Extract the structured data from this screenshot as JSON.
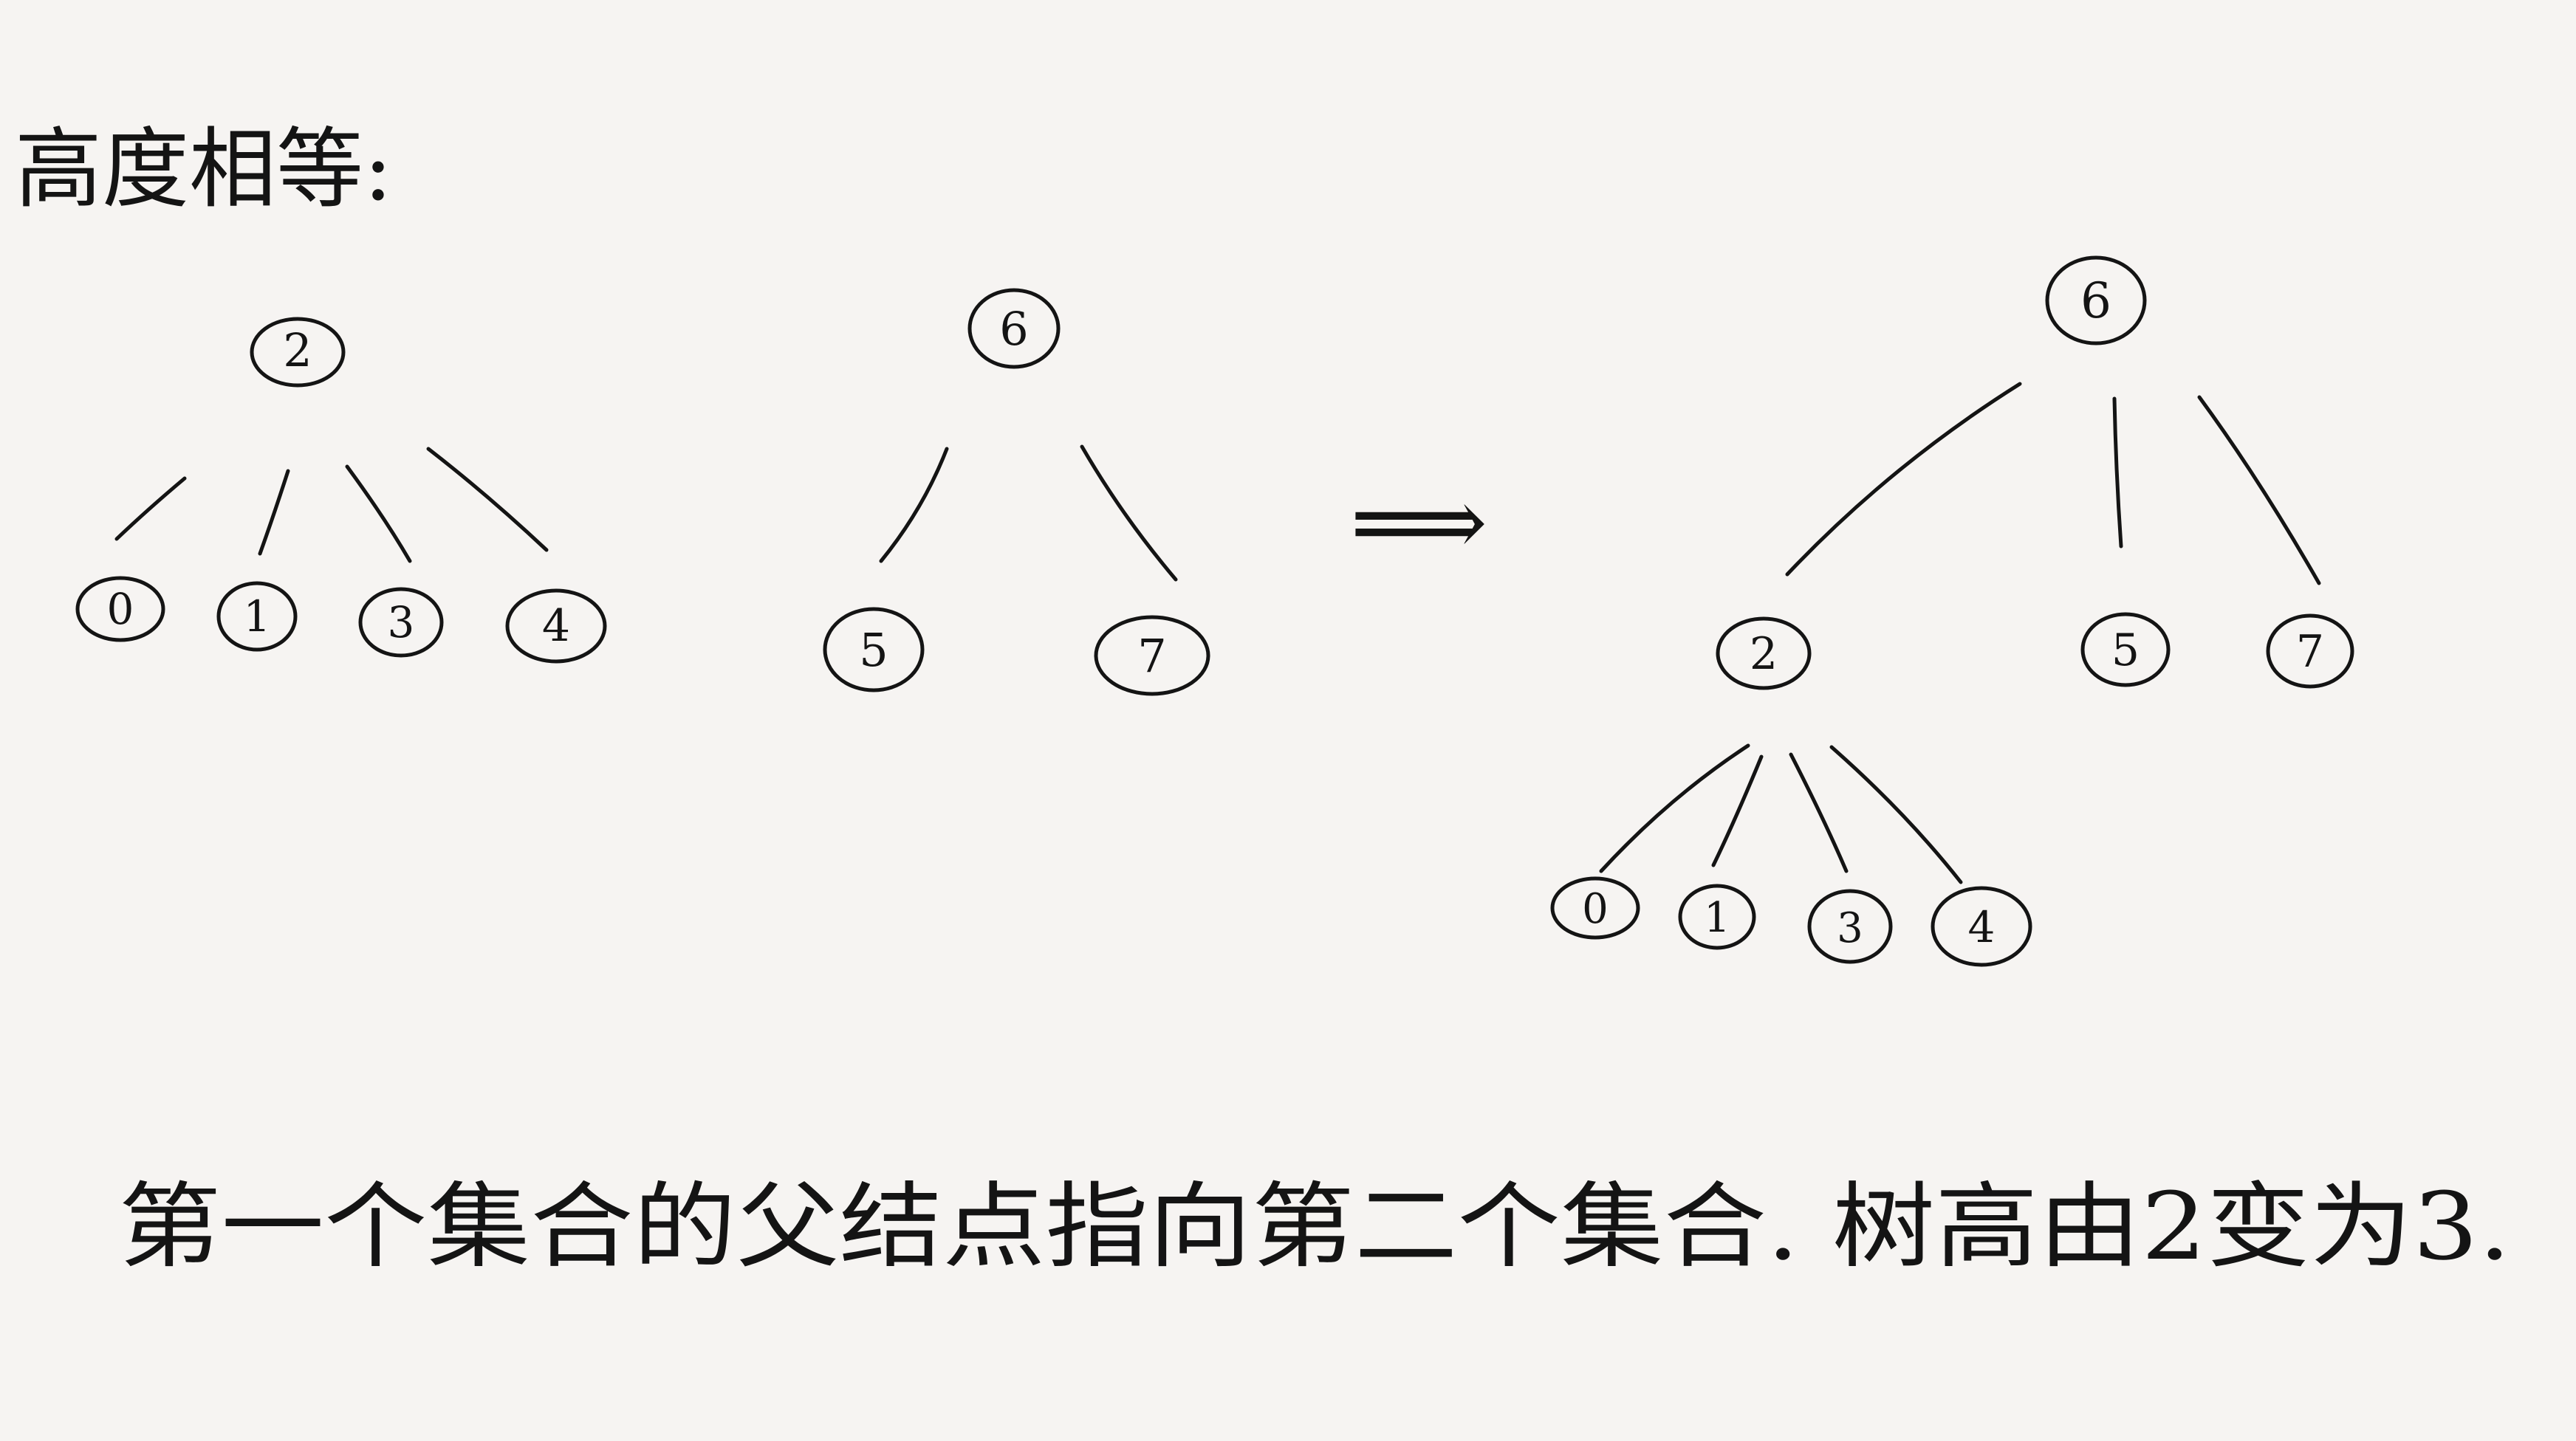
{
  "heading": "高度相等:",
  "caption": "第一个集合的父结点指向第二个集合. 树高由2变为3.",
  "arrow": "⟹",
  "trees": {
    "left": {
      "root": "2",
      "children": [
        "0",
        "1",
        "3",
        "4"
      ]
    },
    "middle": {
      "root": "6",
      "children": [
        "5",
        "7"
      ]
    },
    "merged": {
      "root": "6",
      "children": [
        "2",
        "5",
        "7"
      ],
      "grandchildren_of_2": [
        "0",
        "1",
        "3",
        "4"
      ]
    }
  }
}
